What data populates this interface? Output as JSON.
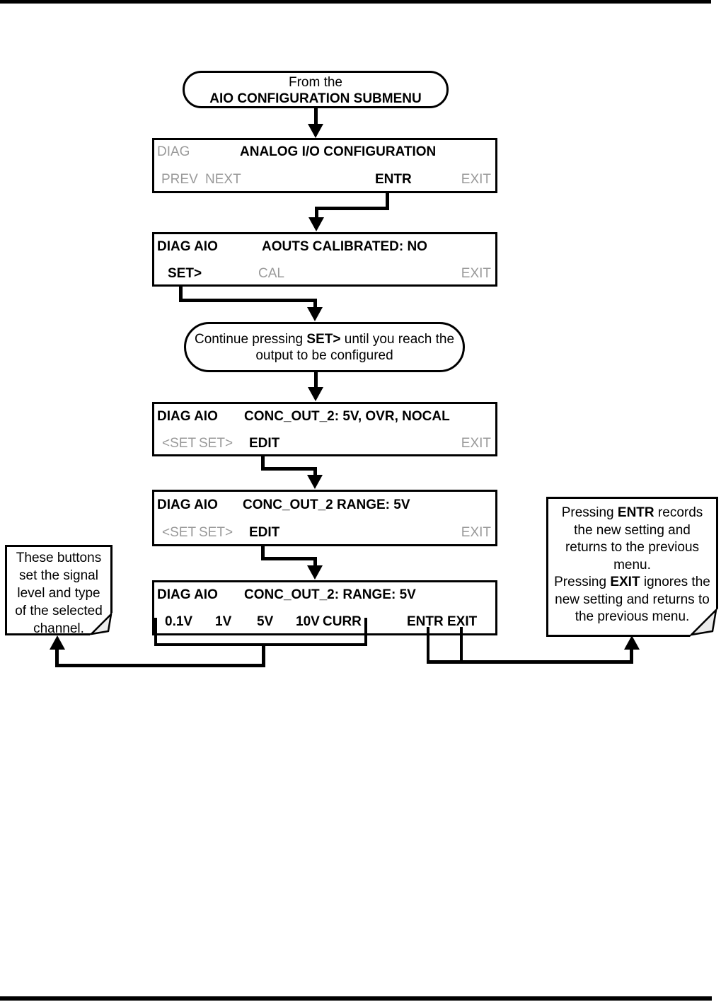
{
  "colors": {
    "line": "#000000",
    "inactive": "#9a9a9a",
    "fold": "#ebebeb"
  },
  "start_terminal": {
    "line1": "From the",
    "line2": "AIO CONFIGURATION SUBMENU"
  },
  "screen1": {
    "mode": "DIAG",
    "title": "ANALOG I/O CONFIGURATION",
    "keys": {
      "prev": "PREV",
      "next": "NEXT",
      "entr": "ENTR",
      "exit": "EXIT"
    }
  },
  "screen2": {
    "mode": "DIAG AIO",
    "title": "AOUTS CALIBRATED: NO",
    "keys": {
      "set": "SET>",
      "cal": "CAL",
      "exit": "EXIT"
    }
  },
  "continue_terminal": {
    "part1": "Continue pressing ",
    "key": "SET>",
    "part2": " until you reach the",
    "line2": "output to be configured"
  },
  "screen3": {
    "mode": "DIAG AIO",
    "title": "CONC_OUT_2: 5V, OVR, NOCAL",
    "keys": {
      "set_left": "<SET",
      "set_right": "SET>",
      "edit": "EDIT",
      "exit": "EXIT"
    }
  },
  "screen4": {
    "mode": "DIAG AIO",
    "title": "CONC_OUT_2 RANGE: 5V",
    "keys": {
      "set_left": "<SET",
      "set_right": "SET>",
      "edit": "EDIT",
      "exit": "EXIT"
    }
  },
  "screen5": {
    "mode": "DIAG AIO",
    "title": "CONC_OUT_2: RANGE: 5V",
    "keys": {
      "v01": "0.1V",
      "v1": "1V",
      "v5": "5V",
      "v10": "10V",
      "curr": "CURR",
      "entr": "ENTR",
      "exit": "EXIT"
    }
  },
  "note_left": {
    "line1": "These buttons",
    "line2": "set the signal",
    "line3": "level and type",
    "line4": "of the selected",
    "line5": "channel."
  },
  "note_right": {
    "l1a": "Pressing ",
    "l1b": "ENTR",
    "l1c": " records",
    "l2": "the new setting and",
    "l3": "returns to the previous",
    "l4": "menu.",
    "l5a": "Pressing ",
    "l5b": "EXIT",
    "l5c": " ignores the",
    "l6": "new setting and returns to",
    "l7": "the previous menu."
  }
}
